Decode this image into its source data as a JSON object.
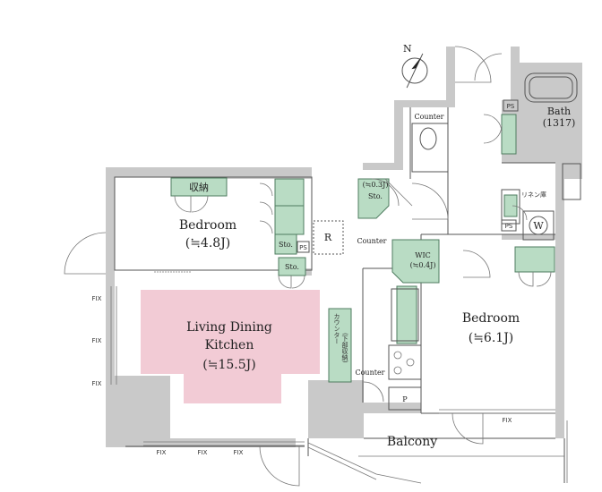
{
  "rooms": {
    "bedroom_west": {
      "name": "Bedroom",
      "size": "(≒4.8J)"
    },
    "ldk": {
      "name_line1": "Living Dining",
      "name_line2": "Kitchen",
      "size": "(≒15.5J)"
    },
    "bedroom_east": {
      "name": "Bedroom",
      "size": "(≒6.1J)"
    },
    "bath": {
      "name": "Bath",
      "size": "(1317)"
    },
    "balcony": {
      "name": "Balcony"
    }
  },
  "labels": {
    "shuno": "収納",
    "sto": "Sto.",
    "ps": "PS",
    "r": "R",
    "counter": "Counter",
    "sto_area": "(≒0.3J)",
    "wic": "WIC",
    "wic_area": "(≒0.4J)",
    "kitchen_counter": "カウンター",
    "kitchen_counter_sub": "(下部収納)",
    "linen": "リネン庫",
    "w": "W",
    "p": "P",
    "fix": "FIX",
    "north": "N"
  }
}
